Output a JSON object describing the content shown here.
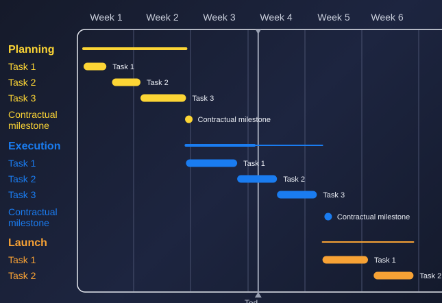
{
  "chart_data": {
    "type": "gantt",
    "x_unit": "weeks",
    "xlim": [
      0,
      6.5
    ],
    "weeks": [
      "Week 1",
      "Week 2",
      "Week 3",
      "Week 4",
      "Week 5",
      "Week 6"
    ],
    "today": {
      "x": 3.07,
      "label": "Tod"
    },
    "colors": {
      "Planning": "#fcd535",
      "Execution": "#1a7cf0",
      "Launch": "#f7a235"
    },
    "groups": [
      {
        "name": "Planning",
        "summary": {
          "start": 0.0,
          "end": 1.8
        },
        "tasks": [
          {
            "name": "Task 1",
            "label": "Task 1",
            "start": 0.0,
            "end": 0.4
          },
          {
            "name": "Task 2",
            "label": "Task 2",
            "start": 0.5,
            "end": 1.0
          },
          {
            "name": "Task 3",
            "label": "Task 3",
            "start": 1.0,
            "end": 1.8
          }
        ],
        "milestone": {
          "name": "Contractual milestone",
          "label": "Contractual milestone",
          "x": 1.85
        }
      },
      {
        "name": "Execution",
        "summary": {
          "start": 1.8,
          "end": 4.2,
          "emphasis_end": 3.0
        },
        "tasks": [
          {
            "name": "Task 1",
            "label": "Task 1",
            "start": 1.8,
            "end": 2.7
          },
          {
            "name": "Task 2",
            "label": "Task 2",
            "start": 2.7,
            "end": 3.4
          },
          {
            "name": "Task 3",
            "label": "Task 3",
            "start": 3.4,
            "end": 4.1
          }
        ],
        "milestone": {
          "name": "Contractual milestone",
          "label": "Contractual milestone",
          "x": 4.3
        }
      },
      {
        "name": "Launch",
        "summary": {
          "start": 4.2,
          "end": 5.8
        },
        "tasks": [
          {
            "name": "Task 1",
            "label": "Task 1",
            "start": 4.2,
            "end": 5.0
          },
          {
            "name": "Task 2",
            "label": "Task 2",
            "start": 5.1,
            "end": 5.8
          }
        ]
      }
    ]
  }
}
